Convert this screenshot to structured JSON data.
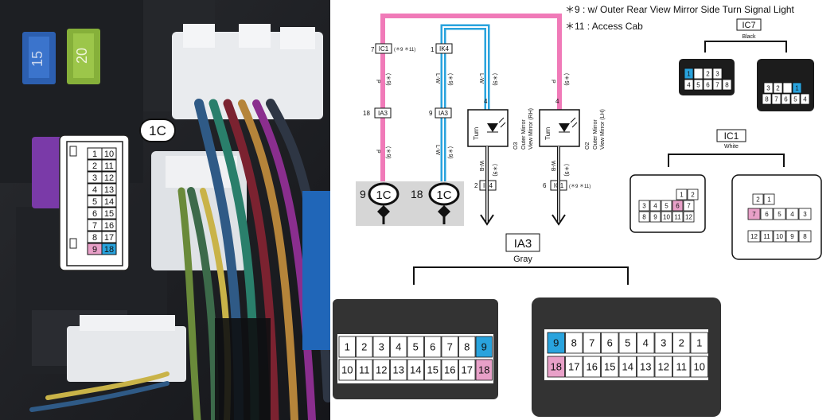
{
  "notes": {
    "note1": "＊9 : w/ Outer Rear View Mirror Side Turn Signal Light",
    "note2": "＊11 : Access Cab"
  },
  "photo": {
    "fuse_left": "15",
    "fuse_right": "20",
    "connector_tag": "1C",
    "grid": [
      [
        "10",
        "11",
        "12",
        "13",
        "14",
        "15",
        "16",
        "17",
        "18"
      ],
      [
        "1",
        "2",
        "3",
        "4",
        "5",
        "6",
        "7",
        "8",
        "9"
      ]
    ]
  },
  "schematic": {
    "junction_1c_a": {
      "pin": "9",
      "label": "1C"
    },
    "junction_1c_b": {
      "pin": "18",
      "label": "1C"
    },
    "ic1_top": {
      "pin": "7",
      "label": "IC1",
      "note": "(＊9 ＊11)"
    },
    "ik4_top": {
      "pin": "1",
      "label": "IK4"
    },
    "ia3_left": {
      "pin": "18",
      "label": "IA3"
    },
    "ia3_right": {
      "pin": "9",
      "label": "IA3"
    },
    "ik4_bottom": {
      "pin": "2",
      "label": "IK4"
    },
    "ic1_bottom": {
      "pin": "6",
      "label": "IC1",
      "note": "(＊9 ＊11)"
    },
    "wire_p": "P",
    "wire_lw": "L-W",
    "wire_wb": "W-B",
    "note9": "(＊9)",
    "mirror_rh": {
      "pin": "4",
      "inner": "Turn",
      "code": "O3",
      "name": "Outer Mirror",
      "sub": "View Mirror (RH)"
    },
    "mirror_lh": {
      "pin": "4",
      "inner": "Turn",
      "code": "O2",
      "name": "Outer Mirror",
      "sub": "View Mirror (LH)"
    }
  },
  "ic7": {
    "title": "IC7",
    "color": "Black",
    "left_top": [
      "1",
      "",
      "2",
      "3"
    ],
    "left_bottom": [
      "4",
      "5",
      "6",
      "7",
      "8"
    ],
    "right_top": [
      "3",
      "2",
      "",
      "1"
    ],
    "right_bottom": [
      "8",
      "7",
      "6",
      "5",
      "4"
    ]
  },
  "ic1": {
    "title": "IC1",
    "color": "White",
    "left_rows": [
      [
        "1",
        "2"
      ],
      [
        "3",
        "4",
        "5",
        "6",
        "7"
      ],
      [
        "8",
        "9",
        "10",
        "11",
        "12"
      ]
    ],
    "right_rows": [
      [
        "2",
        "1"
      ],
      [
        "7",
        "6",
        "5",
        "4",
        "3"
      ],
      [
        "12",
        "11",
        "10",
        "9",
        "8"
      ]
    ]
  },
  "ia3": {
    "title": "IA3",
    "color": "Gray",
    "left_top": [
      "1",
      "2",
      "3",
      "4",
      "5",
      "6",
      "7",
      "8",
      "9"
    ],
    "left_bottom": [
      "10",
      "11",
      "12",
      "13",
      "14",
      "15",
      "16",
      "17",
      "18"
    ],
    "right_top": [
      "9",
      "8",
      "7",
      "6",
      "5",
      "4",
      "3",
      "2",
      "1"
    ],
    "right_bottom": [
      "18",
      "17",
      "16",
      "15",
      "14",
      "13",
      "12",
      "11",
      "10"
    ]
  },
  "colors": {
    "pink": "#e8a0c8",
    "blue": "#29a3dd",
    "wire_pink": "#f07ab8"
  }
}
